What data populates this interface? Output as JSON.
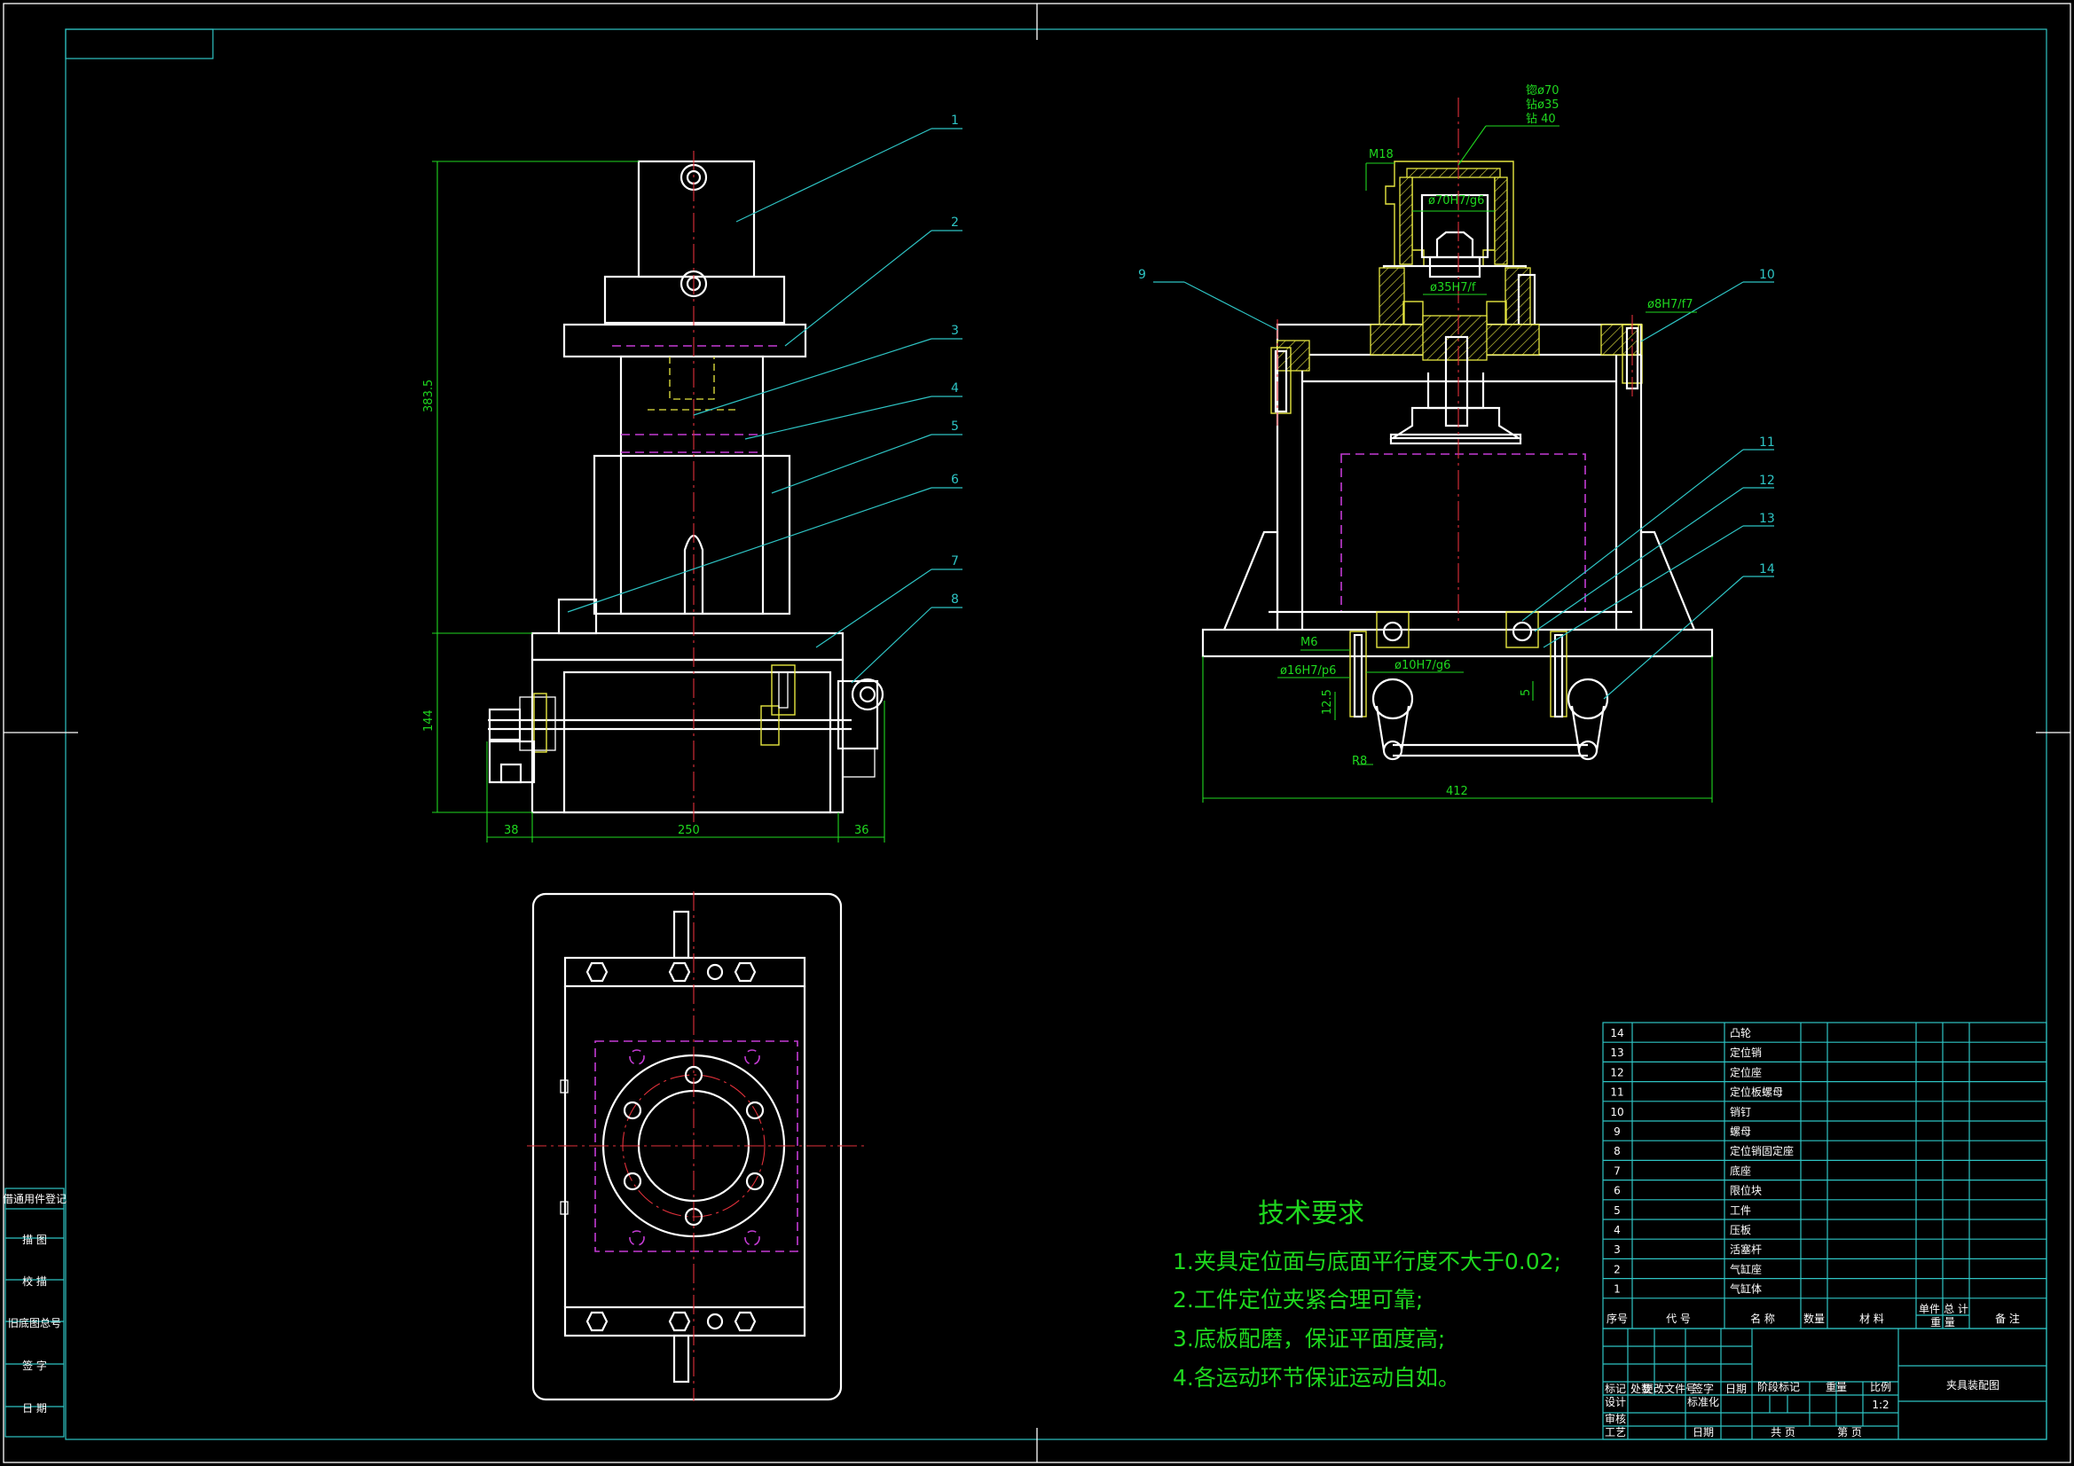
{
  "tech_requirements": {
    "title": "技术要求",
    "items": [
      "1.夹具定位面与底面平行度不大于0.02;",
      "2.工件定位夹紧合理可靠;",
      "3.底板配磨，保证平面度高;",
      "4.各运动环节保证运动自如。"
    ]
  },
  "front_view": {
    "callouts": [
      "1",
      "2",
      "3",
      "4",
      "5",
      "6",
      "7",
      "8"
    ],
    "dims": {
      "height_upper": "383.5",
      "height_lower": "144",
      "width_left": "38",
      "width_main": "250",
      "width_right": "36"
    }
  },
  "side_view": {
    "callouts": [
      "9",
      "10",
      "11",
      "12",
      "13",
      "14"
    ],
    "dims": {
      "bore_note_1": "锪ø70",
      "bore_note_2": "钻ø35",
      "bore_note_3": "钻 40",
      "thread_top": "M18",
      "fit_top": "ø70H7/g6",
      "fit_mid": "ø35H7/f",
      "fit_pin": "ø8H7/f7",
      "thread_bottom": "M6",
      "fit_small": "ø10H7/g6",
      "fit_left": "ø16H7/p6",
      "gap_left": "12.5",
      "gap_right": "5",
      "radius": "R8",
      "overall_width": "412"
    }
  },
  "left_strip": [
    "借通用件登记",
    "描 图",
    "校 描",
    "旧底图总号",
    "签 字",
    "日 期"
  ],
  "bom": {
    "rows": [
      {
        "no": "14",
        "name": "凸轮"
      },
      {
        "no": "13",
        "name": "定位销"
      },
      {
        "no": "12",
        "name": "定位座"
      },
      {
        "no": "11",
        "name": "定位板螺母"
      },
      {
        "no": "10",
        "name": "销钉"
      },
      {
        "no": "9",
        "name": "螺母"
      },
      {
        "no": "8",
        "name": "定位销固定座"
      },
      {
        "no": "7",
        "name": "底座"
      },
      {
        "no": "6",
        "name": "限位块"
      },
      {
        "no": "5",
        "name": "工件"
      },
      {
        "no": "4",
        "name": "压板"
      },
      {
        "no": "3",
        "name": "活塞杆"
      },
      {
        "no": "2",
        "name": "气缸座"
      },
      {
        "no": "1",
        "name": "气缸体"
      }
    ],
    "header": {
      "seq": "序号",
      "code": "代 号",
      "name": "名 称",
      "qty": "数量",
      "material": "材 料",
      "unit_weight": "单件",
      "total_weight": "总 计",
      "weight": "重 量",
      "remark": "备 注"
    }
  },
  "title_block": {
    "drawing_name": "夹具装配图",
    "scale": "1:2",
    "labels_row1": [
      "标记",
      "处数",
      "更改文件号",
      "签字",
      "日期"
    ],
    "labels_row2": [
      "设计",
      "",
      "标准化",
      "",
      "阶段标记",
      "重量",
      "比例"
    ],
    "labels_row3": [
      "审核"
    ],
    "labels_row4": [
      "工艺",
      "",
      "日期",
      "",
      "共 页",
      "第 页"
    ]
  }
}
